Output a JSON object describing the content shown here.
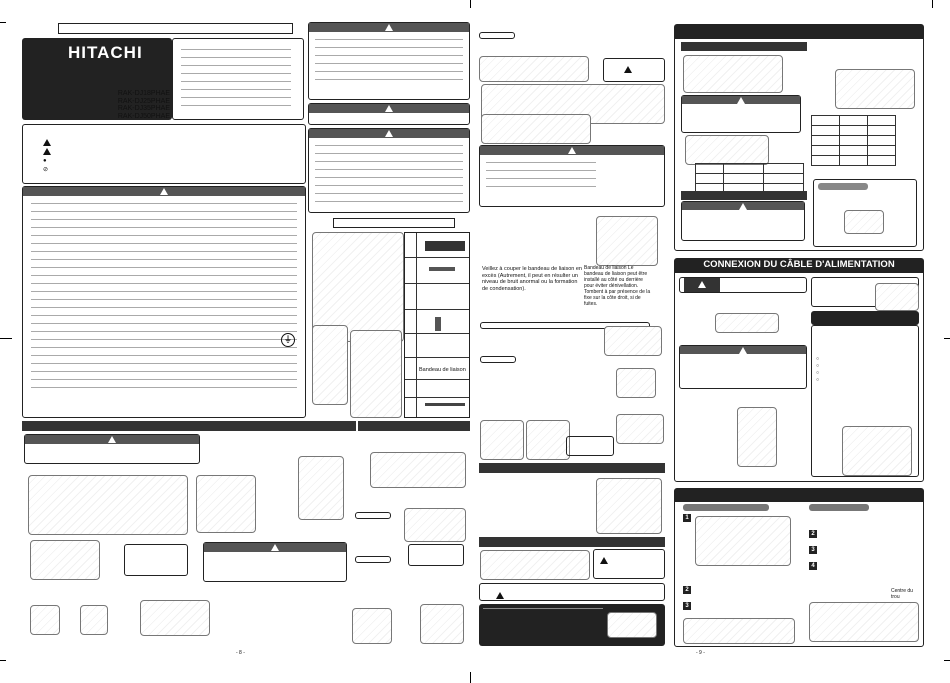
{
  "brand": "HITACHI",
  "models": [
    "RAK-DJ18PHAE",
    "RAK-DJ25PHAE",
    "RAK-DJ35PHAE",
    "RAK-DJ50PHAE"
  ],
  "connexion_title": "CONNEXION DU CÂBLE D'ALIMENTATION",
  "bandeau_label": "Bandeau de liaison",
  "condensation_note": "Veillez à couper le bandeau de liaison en excès (Autrement, il peut en résulter un niveau de bruit anormal ou la formation de condensation).",
  "bandeau_callout": "Bandeau de liaison Le bandeau de liaison peut être installé au côté ou derrière pour éviter dénivellation. Tombent à par présence de la fixe sur la côte droit, si de fuites.",
  "page_left": "- 8 -",
  "page_right": "- 9 -",
  "center_label": "Centre du trou",
  "colors": {
    "dark": "#222222",
    "bar": "#555555"
  }
}
